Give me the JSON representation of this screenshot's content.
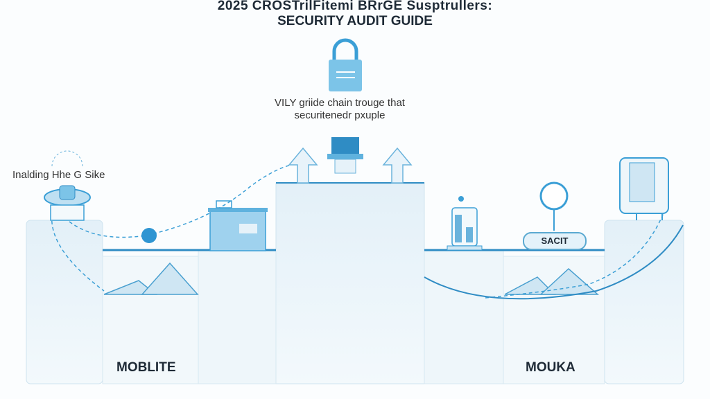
{
  "header": {
    "title_line1": "2025 CROSTrilFitemi BRrGE Susptrullers:",
    "title_line2": "SECURITY AUDIT GUIDE"
  },
  "subtitle": {
    "line1": "VILY griide chain trouge that",
    "line2": "securitenedr pxuple"
  },
  "left_label": "Inalding Hhe G Sike",
  "badge_label": "SACIT",
  "bottom_labels": [
    "MOBLITE",
    "MOUKA"
  ],
  "colors": {
    "accent": "#3b9fd6",
    "panel": "#e6f2f9",
    "line": "#2f8cc4",
    "text": "#1e2a36"
  }
}
